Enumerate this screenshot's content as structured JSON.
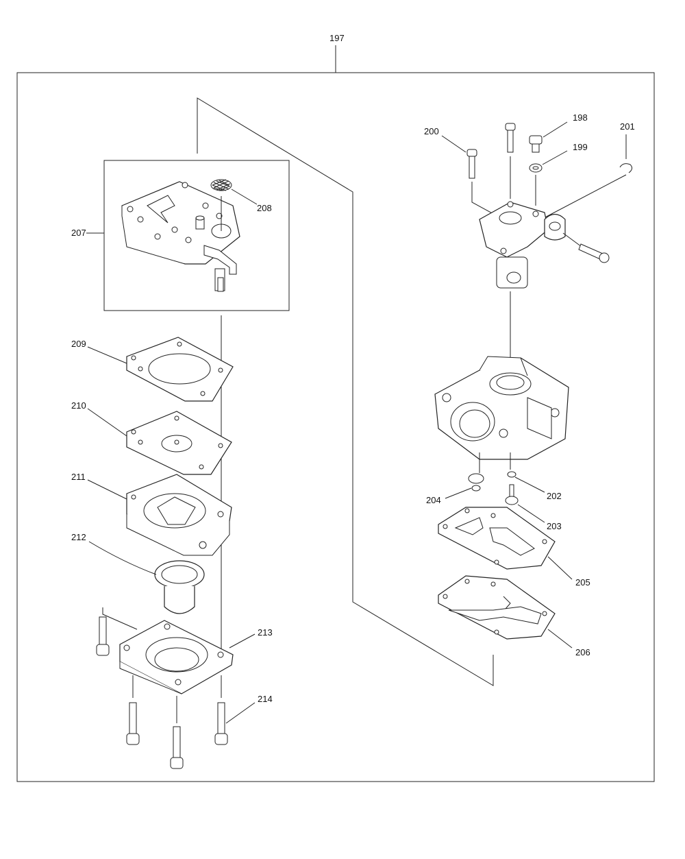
{
  "diagram": {
    "labels": {
      "assembly": "197",
      "p198": "198",
      "p199": "199",
      "p200": "200",
      "p201": "201",
      "p202": "202",
      "p203": "203",
      "p204": "204",
      "p205": "205",
      "p206": "206",
      "p207": "207",
      "p208": "208",
      "p209": "209",
      "p210": "210",
      "p211": "211",
      "p212": "212",
      "p213": "213",
      "p214": "214"
    }
  }
}
